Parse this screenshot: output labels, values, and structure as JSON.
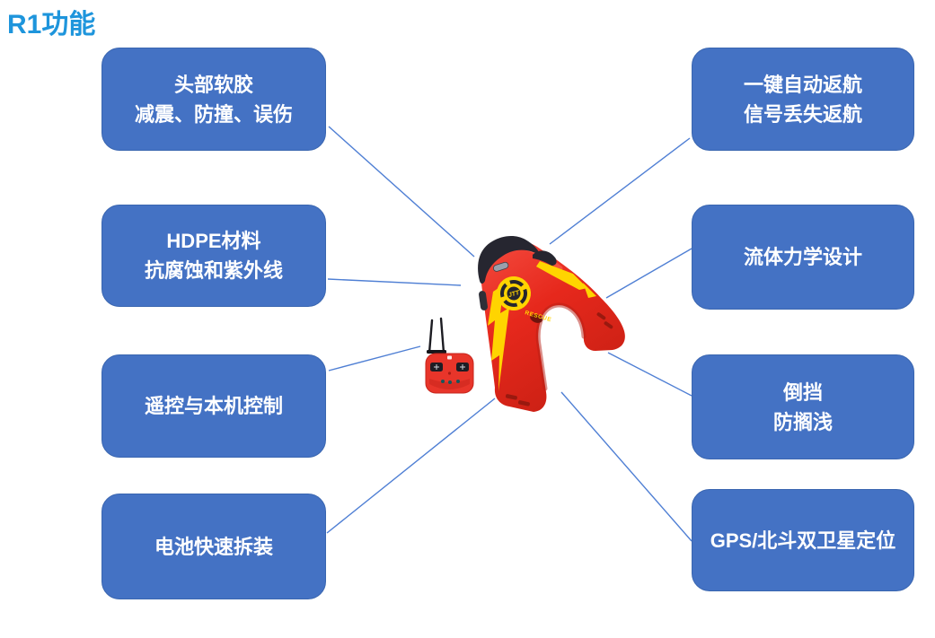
{
  "page": {
    "title": "R1功能",
    "title_color": "#1e95dc",
    "background": "#ffffff"
  },
  "theme": {
    "box_fill": "#4472c4",
    "box_border": "#3a66b0",
    "box_text_color": "#ffffff",
    "connector_color": "#4f7fd4"
  },
  "features": {
    "left": [
      {
        "text": "头部软胶\n减震、防撞、误伤"
      },
      {
        "text": "HDPE材料\n抗腐蚀和紫外线"
      },
      {
        "text": "遥控与本机控制"
      },
      {
        "text": "电池快速拆装"
      }
    ],
    "right": [
      {
        "text": "一键自动返航\n信号丢失返航"
      },
      {
        "text": "流体力学设计"
      },
      {
        "text": "倒挡\n防搁浅"
      },
      {
        "text": "GPS/北斗双卫星定位"
      }
    ]
  },
  "center_image": {
    "description": "red U-shaped water rescue robot with remote controller",
    "badge_text": "JTT",
    "rescue_label": "RESCUE",
    "colors": {
      "body_red": "#e6281c",
      "accent_yellow": "#ffd400",
      "head_dark": "#262630"
    }
  }
}
